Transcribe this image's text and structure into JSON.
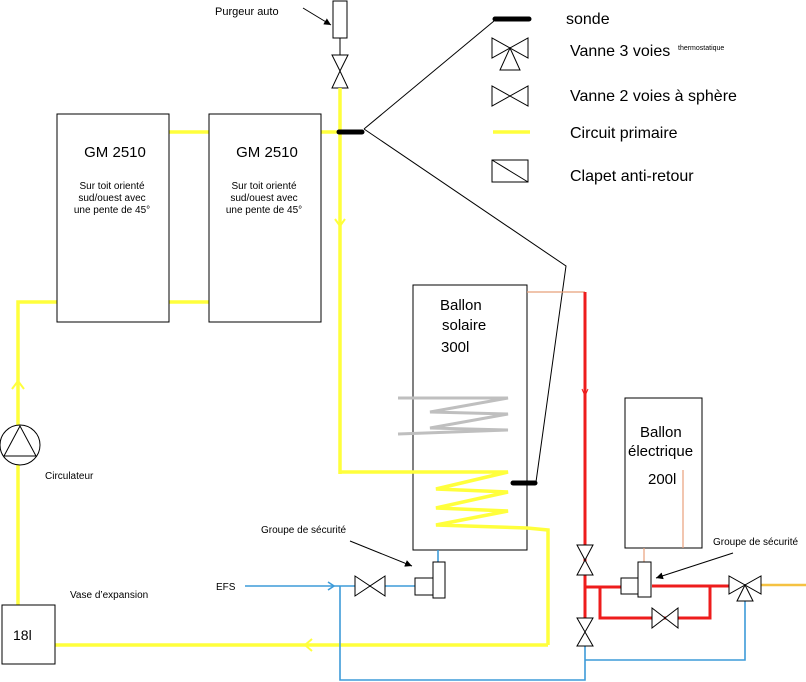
{
  "legend": {
    "sonde": "sonde",
    "vanne_3_voies": "Vanne 3 voies",
    "vanne_3_voies_note": "thermostatique",
    "vanne_2_voies": "Vanne 2 voies à sphère",
    "circuit_primaire": "Circuit primaire",
    "clapet": "Clapet anti-retour"
  },
  "purgeur": "Purgeur auto",
  "collectors": [
    {
      "model": "GM 2510",
      "desc": [
        "Sur toit orienté",
        "sud/ouest avec",
        "une pente de 45°"
      ]
    },
    {
      "model": "GM 2510",
      "desc": [
        "Sur toit orienté",
        "sud/ouest avec",
        "une pente de 45°"
      ]
    }
  ],
  "circulateur": "Circulateur",
  "vase": {
    "label": "Vase d’expansion",
    "volume": "18l"
  },
  "efs": "EFS",
  "groupe_securite": [
    "Groupe de sécurité",
    "Groupe de sécurité"
  ],
  "ballon_solaire": [
    "Ballon",
    "solaire",
    "300l"
  ],
  "ballon_electrique": [
    "Ballon",
    "électrique",
    "200l"
  ],
  "colors": {
    "primaire": "#ffff3c",
    "chaud": "#ee1c1c",
    "froid": "#3d9bd9",
    "sortie": "#f5c242",
    "serpentin": "#bfbfbf",
    "piquage": "#e8a07a"
  }
}
